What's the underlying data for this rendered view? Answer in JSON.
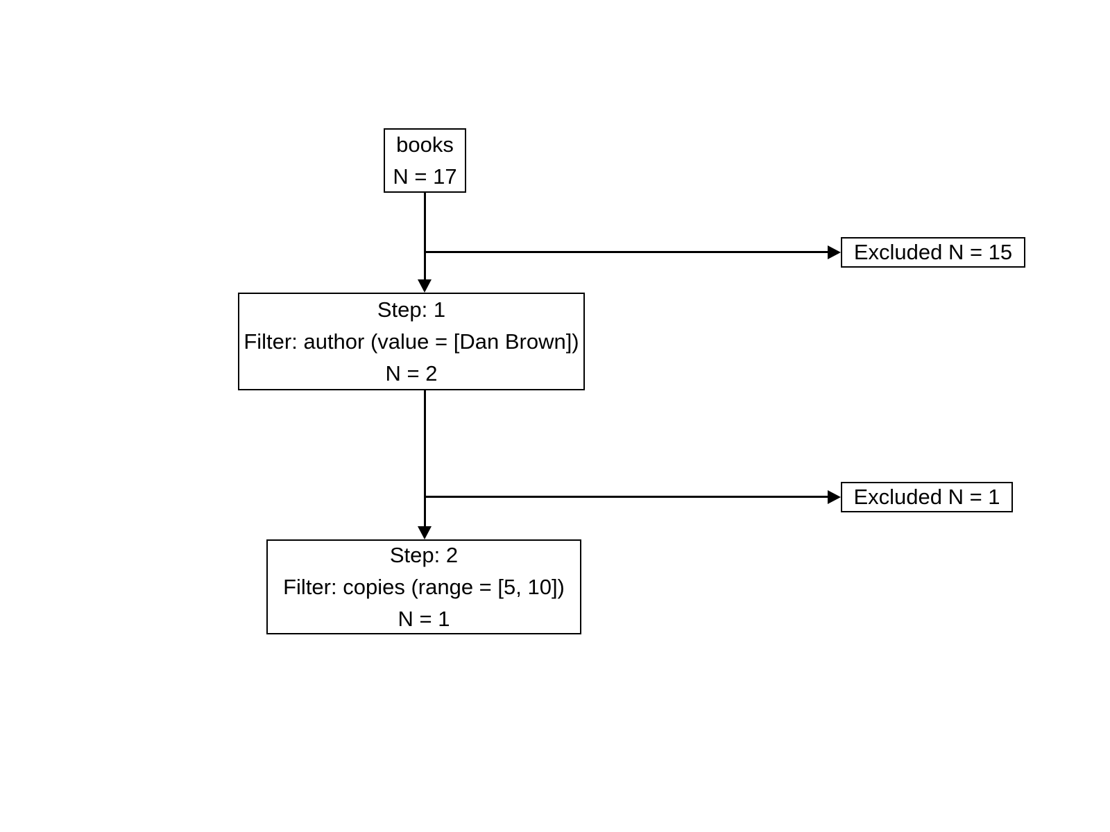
{
  "page": {
    "background_color": "#ffffff",
    "line_color": "#000000",
    "text_color": "#000000"
  },
  "diagram": {
    "source": {
      "label": "books",
      "count": "N = 17"
    },
    "steps": [
      {
        "title": "Step: 1",
        "filter": "Filter: author (value = [Dan Brown])",
        "count": "N = 2",
        "excluded": "Excluded N = 15"
      },
      {
        "title": "Step: 2",
        "filter": "Filter: copies (range = [5, 10])",
        "count": "N = 1",
        "excluded": "Excluded N = 1"
      }
    ]
  }
}
